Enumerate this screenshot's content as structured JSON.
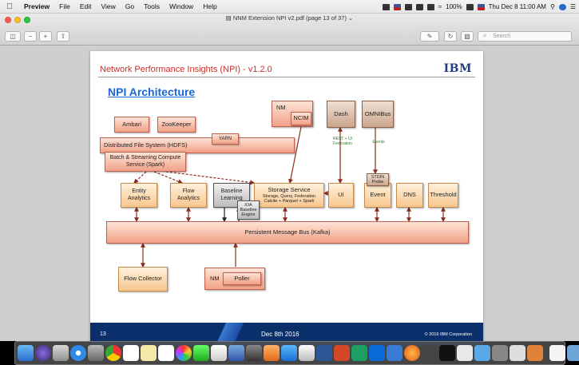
{
  "menubar": {
    "app_name": "Preview",
    "menus": [
      "File",
      "Edit",
      "View",
      "Go",
      "Tools",
      "Window",
      "Help"
    ],
    "battery": "100%",
    "clock": "Thu Dec 8  11:00 AM"
  },
  "window": {
    "title": "NNM Extension NPI v2.pdf (page 13 of 37)",
    "search_placeholder": "Search"
  },
  "slide": {
    "header": "Network Performance Insights (NPI) - v1.2.0",
    "logo": "IBM",
    "title": "NPI Architecture",
    "boxes": {
      "ambari": "Ambari",
      "zookeeper": "ZooKeeper",
      "hdfs": "Distributed File System (HDFS)",
      "yarn": "YARN",
      "spark": "Batch & Streaming Compute Service (Spark)",
      "entity": "Entity Analytics",
      "flow_analytics": "Flow Analytics",
      "baseline": "Baseline Learning",
      "ioa": "IOA Baseline Engine",
      "storage_title": "Storage Service",
      "storage_sub": "Storage, Query, Federation",
      "storage_sub2": "Calcite + Parquet + Spark",
      "ui": "UI",
      "event": "Event",
      "dns": "DNS",
      "threshold": "Threshold",
      "nm_top": "NM",
      "ncim": "NCIM",
      "dash": "Dash",
      "omnibus": "OMNIBus",
      "stdin": "STDIN Probe",
      "kafka": "Persistent Message Bus (Kafka)",
      "flow_collector": "Flow Collector",
      "nm_bottom": "NM",
      "poller": "Poller"
    },
    "labels": {
      "rest": "REST + UI Federation",
      "events": "Events"
    },
    "footer": {
      "page": "13",
      "date": "Dec 8th 2016",
      "copyright": "© 2016 IBM Corporation"
    }
  }
}
